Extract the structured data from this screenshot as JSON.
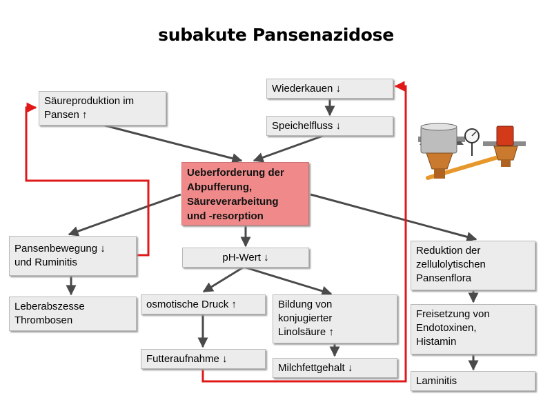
{
  "title": "subakute Pansenazidose",
  "boxes": {
    "saeureproduktion": [
      "Säureproduktion im",
      "Pansen ↑"
    ],
    "wiederkauen": "Wiederkauen ↓",
    "speichelfluss": "Speichelfluss ↓",
    "ueberforderung": [
      "Ueberforderung der",
      "Abpufferung,",
      "Säureverarbeitung",
      "und -resorption"
    ],
    "pansenbewegung": [
      "Pansenbewegung ↓",
      "und Ruminitis"
    ],
    "ph_wert": "pH-Wert ↓",
    "leberabszesse": [
      "Leberabszesse",
      "Thrombosen"
    ],
    "osmotischer_druck": "osmotische Druck ↑",
    "bildung": [
      "Bildung von",
      "konjugierter",
      "Linolsäure ↑"
    ],
    "futteraufnahme": "Futteraufnahme ↓",
    "milchfettgehalt": "Milchfettgehalt ↓",
    "reduktion": [
      "Reduktion der",
      "zellulolytischen",
      "Pansenflora"
    ],
    "freisetzung": [
      "Freisetzung von",
      "Endotoxinen,",
      "Histamin"
    ],
    "laminitis": "Laminitis"
  },
  "colors": {
    "arrow": "#4a4a4a",
    "feedback": "#e01818",
    "center_box": "#f08a8a",
    "box": "#ececec"
  }
}
